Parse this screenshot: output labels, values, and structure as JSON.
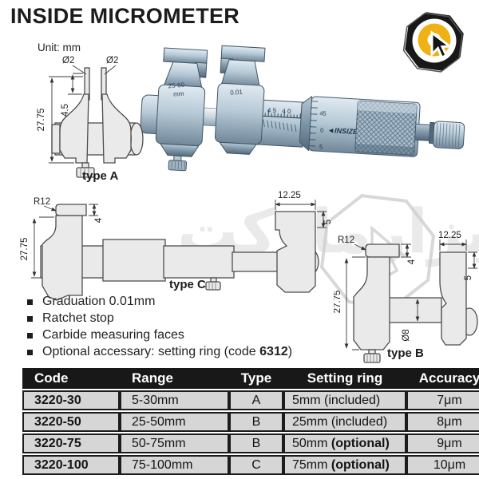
{
  "page": {
    "title": "INSIDE MICROMETER",
    "unit_label": "Unit: mm"
  },
  "logo": {
    "name": "abzar-market-logo",
    "accent_color": "#f0b114",
    "dark_color": "#181818"
  },
  "watermark": {
    "text": "ابزارمارکت"
  },
  "photo": {
    "range_line1": "25-50",
    "range_line2": "mm",
    "graduation": "0.01",
    "sleeve_scale": "50 45 40",
    "thimble_scale": [
      "45",
      "0",
      "5"
    ],
    "brand": "◄INSIZE►"
  },
  "drawings": {
    "type_a": {
      "label": "type A",
      "dims": {
        "dia_left": "Ø2",
        "dia_right": "Ø2",
        "tip_len": "4.5",
        "height": "27.75"
      }
    },
    "type_c": {
      "label": "type C",
      "dims": {
        "radius": "R12",
        "tip": "4",
        "height": "27.75",
        "width": "12.25",
        "face": "5"
      }
    },
    "type_b": {
      "label": "type B",
      "dims": {
        "radius": "R12",
        "tip": "4",
        "width": "12.25",
        "height": "27.75",
        "rod": "Ø8",
        "face": "5"
      }
    }
  },
  "features": {
    "items": [
      "Graduation 0.01mm",
      "Ratchet stop",
      "Carbide measuring faces"
    ],
    "optional": {
      "prefix": "Optional accessary: setting ring (code ",
      "bold": "6312",
      "suffix": ")"
    }
  },
  "table": {
    "headers": [
      "Code",
      "Range",
      "Type",
      "Setting ring",
      "Accuracy"
    ],
    "rows": [
      {
        "code": "3220-30",
        "range": "5-30mm",
        "type": "A",
        "setting": "5mm (included)",
        "setting_bold": "",
        "accuracy": "7μm"
      },
      {
        "code": "3220-50",
        "range": "25-50mm",
        "type": "B",
        "setting": "25mm (included)",
        "setting_bold": "",
        "accuracy": "8μm"
      },
      {
        "code": "3220-75",
        "range": "50-75mm",
        "type": "B",
        "setting": "50mm ",
        "setting_bold": "(optional)",
        "accuracy": "9μm"
      },
      {
        "code": "3220-100",
        "range": "75-100mm",
        "type": "C",
        "setting": "75mm ",
        "setting_bold": "(optional)",
        "accuracy": "10μm"
      }
    ]
  }
}
